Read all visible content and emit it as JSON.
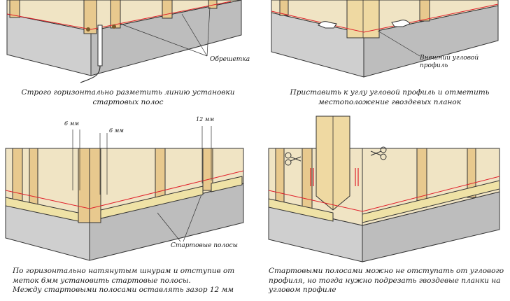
{
  "panels": {
    "step1": {
      "label_battens": "Обрешетка",
      "caption": [
        "Строго горизонтально разметить линию установки",
        "стартовых полос"
      ]
    },
    "step2": {
      "label_corner": [
        "Внешний угловой",
        "профиль"
      ],
      "caption": [
        "Приставить к углу угловой профиль и отметить",
        "местоположение гвоздевых планок"
      ]
    },
    "step3": {
      "dim_a": "6 мм",
      "dim_b": "6 мм",
      "dim_c": "12 мм",
      "label_strips": "Стартовые полосы",
      "caption": [
        "По горизонтально натянутым шнурам и отступив от",
        "меток 6мм установить стартовые полосы.",
        "Между стартовыми полосами оставлять зазор 12 мм"
      ]
    },
    "step4": {
      "caption": [
        "Стартовыми полосами можно не отступать от углового",
        "профиля, но тогда нужно подрезать гвоздевые планки на",
        "угловом профиле"
      ]
    }
  },
  "colors": {
    "wall": "#f0e4c4",
    "batten": "#e8c98e",
    "foundation": "#cfcfcf",
    "strip": "#efe2a6",
    "guideline": "#e0202a",
    "outline": "#333333"
  }
}
